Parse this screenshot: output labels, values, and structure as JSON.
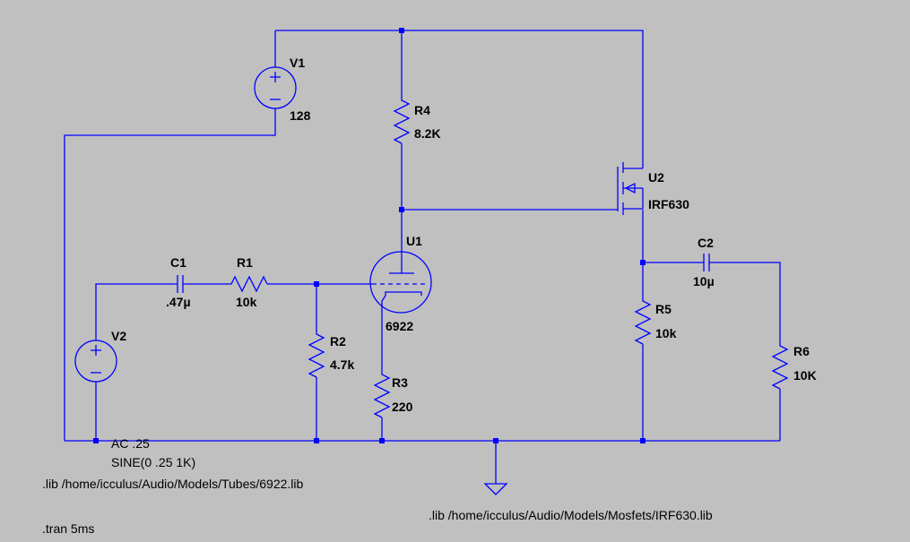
{
  "components": {
    "v1": {
      "ref": "V1",
      "value": "128"
    },
    "v2": {
      "ref": "V2",
      "ac": "AC .25",
      "source": "SINE(0 .25 1K)"
    },
    "c1": {
      "ref": "C1",
      "value": ".47µ"
    },
    "c2": {
      "ref": "C2",
      "value": "10µ"
    },
    "r1": {
      "ref": "R1",
      "value": "10k"
    },
    "r2": {
      "ref": "R2",
      "value": "4.7k"
    },
    "r3": {
      "ref": "R3",
      "value": "220"
    },
    "r4": {
      "ref": "R4",
      "value": "8.2K"
    },
    "r5": {
      "ref": "R5",
      "value": "10k"
    },
    "r6": {
      "ref": "R6",
      "value": "10K"
    },
    "u1": {
      "ref": "U1",
      "value": "6922"
    },
    "u2": {
      "ref": "U2",
      "value": "IRF630"
    }
  },
  "directives": {
    "tube_lib": ".lib /home/icculus/Audio/Models/Tubes/6922.lib",
    "mosfet_lib": ".lib /home/icculus/Audio/Models/Mosfets/IRF630.lib",
    "tran": ".tran 5ms"
  },
  "colors": {
    "background": "#c0c0c0",
    "wire": "#0000ff",
    "text": "#000000"
  }
}
